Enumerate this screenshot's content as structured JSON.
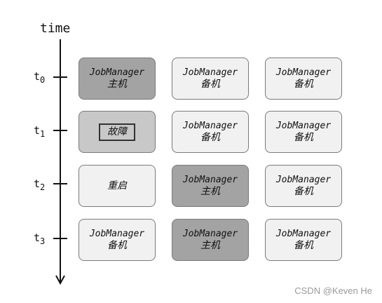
{
  "axis": {
    "title": "time"
  },
  "ticks": [
    {
      "base": "t",
      "sub": "0"
    },
    {
      "base": "t",
      "sub": "1"
    },
    {
      "base": "t",
      "sub": "2"
    },
    {
      "base": "t",
      "sub": "3"
    }
  ],
  "rows": [
    {
      "cells": [
        {
          "line1": "JobManager",
          "line2": "主机",
          "shade": "dark"
        },
        {
          "line1": "JobManager",
          "line2": "备机",
          "shade": "light"
        },
        {
          "line1": "JobManager",
          "line2": "备机",
          "shade": "light"
        }
      ]
    },
    {
      "cells": [
        {
          "line1": "",
          "line2": "",
          "framed_text": "故障",
          "shade": "mid"
        },
        {
          "line1": "JobManager",
          "line2": "备机",
          "shade": "light"
        },
        {
          "line1": "JobManager",
          "line2": "备机",
          "shade": "light"
        }
      ]
    },
    {
      "cells": [
        {
          "line1": "重启",
          "line2": "",
          "shade": "light"
        },
        {
          "line1": "JobManager",
          "line2": "主机",
          "shade": "dark"
        },
        {
          "line1": "JobManager",
          "line2": "备机",
          "shade": "light"
        }
      ]
    },
    {
      "cells": [
        {
          "line1": "JobManager",
          "line2": "备机",
          "shade": "light"
        },
        {
          "line1": "JobManager",
          "line2": "主机",
          "shade": "dark"
        },
        {
          "line1": "JobManager",
          "line2": "备机",
          "shade": "light"
        }
      ]
    }
  ],
  "colors": {
    "dark": "#a3a3a3",
    "mid": "#c8c8c8",
    "light": "#f1f1f1",
    "border": "#7a7a7a"
  },
  "watermark": "CSDN @Keven He"
}
